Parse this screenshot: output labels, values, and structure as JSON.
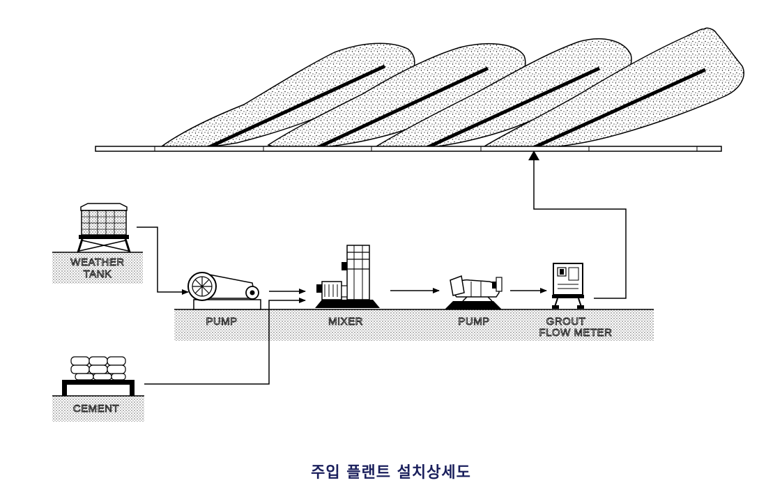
{
  "labels": {
    "weather_tank_line1": "WEATHER",
    "weather_tank_line2": "TANK",
    "pump1": "PUMP",
    "mixer": "MIXER",
    "pump2": "PUMP",
    "grout_line1": "GROUT",
    "grout_line2": "FLOW METER",
    "cement": "CEMENT"
  },
  "caption": "주입 플랜트 설치상세도",
  "colors": {
    "line": "#000000",
    "caption": "#1a1f5c",
    "ground": "#f2f2f2"
  }
}
